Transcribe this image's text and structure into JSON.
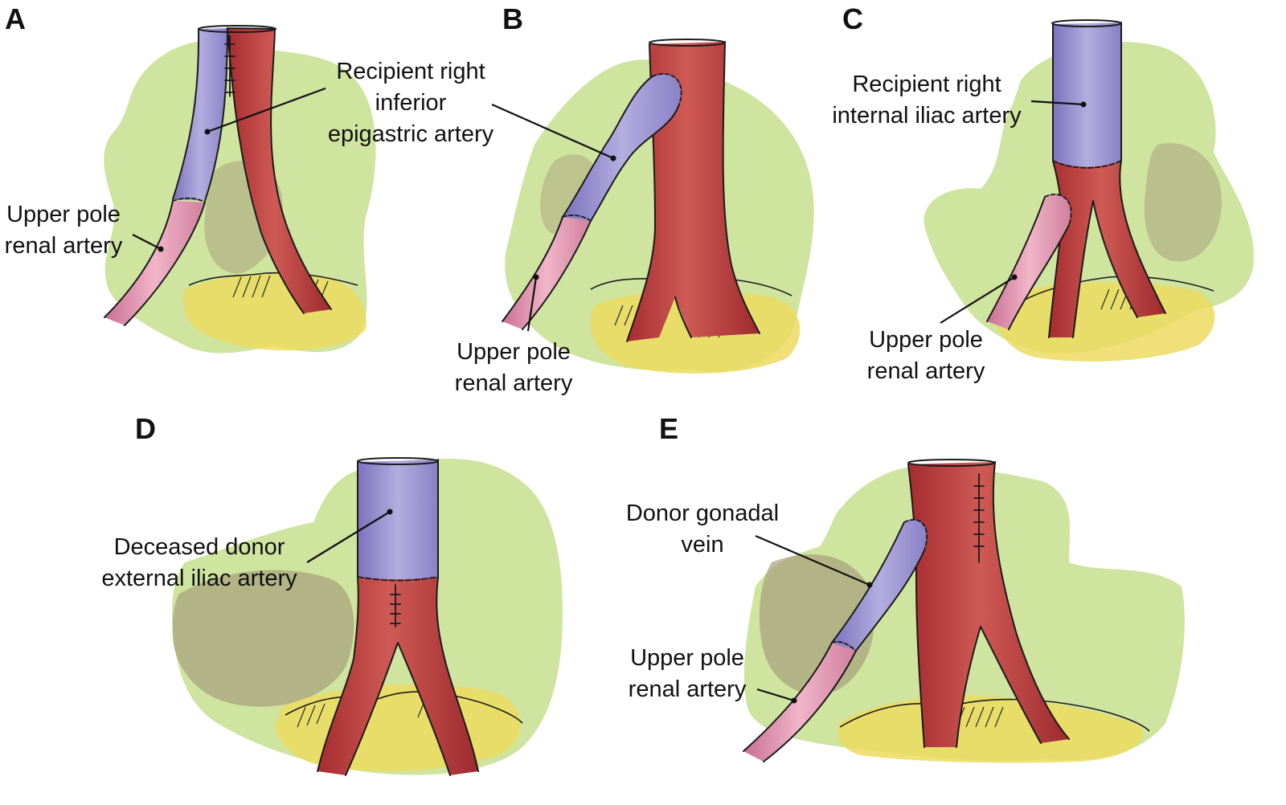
{
  "panels": [
    {
      "letter": "A",
      "labels": [
        "Recipient right",
        "inferior",
        "epigastric artery",
        "Upper pole",
        "renal artery"
      ]
    },
    {
      "letter": "B",
      "labels": [
        "Upper pole",
        "renal artery"
      ]
    },
    {
      "letter": "C",
      "labels": [
        "Recipient right",
        "internal iliac artery",
        "Upper pole",
        "renal artery"
      ]
    },
    {
      "letter": "D",
      "labels": [
        "Deceased donor",
        "external iliac artery"
      ]
    },
    {
      "letter": "E",
      "labels": [
        "Donor gonadal",
        "vein",
        "Upper pole",
        "renal artery"
      ]
    }
  ],
  "colors": {
    "artery_red": "#b5383a",
    "vein_purple": "#8f86c9",
    "renal_pink": "#d88aa6",
    "tissue_green": "#bfdc86",
    "tissue_olive": "#a6a07a",
    "fat_yellow": "#eedf5a"
  }
}
